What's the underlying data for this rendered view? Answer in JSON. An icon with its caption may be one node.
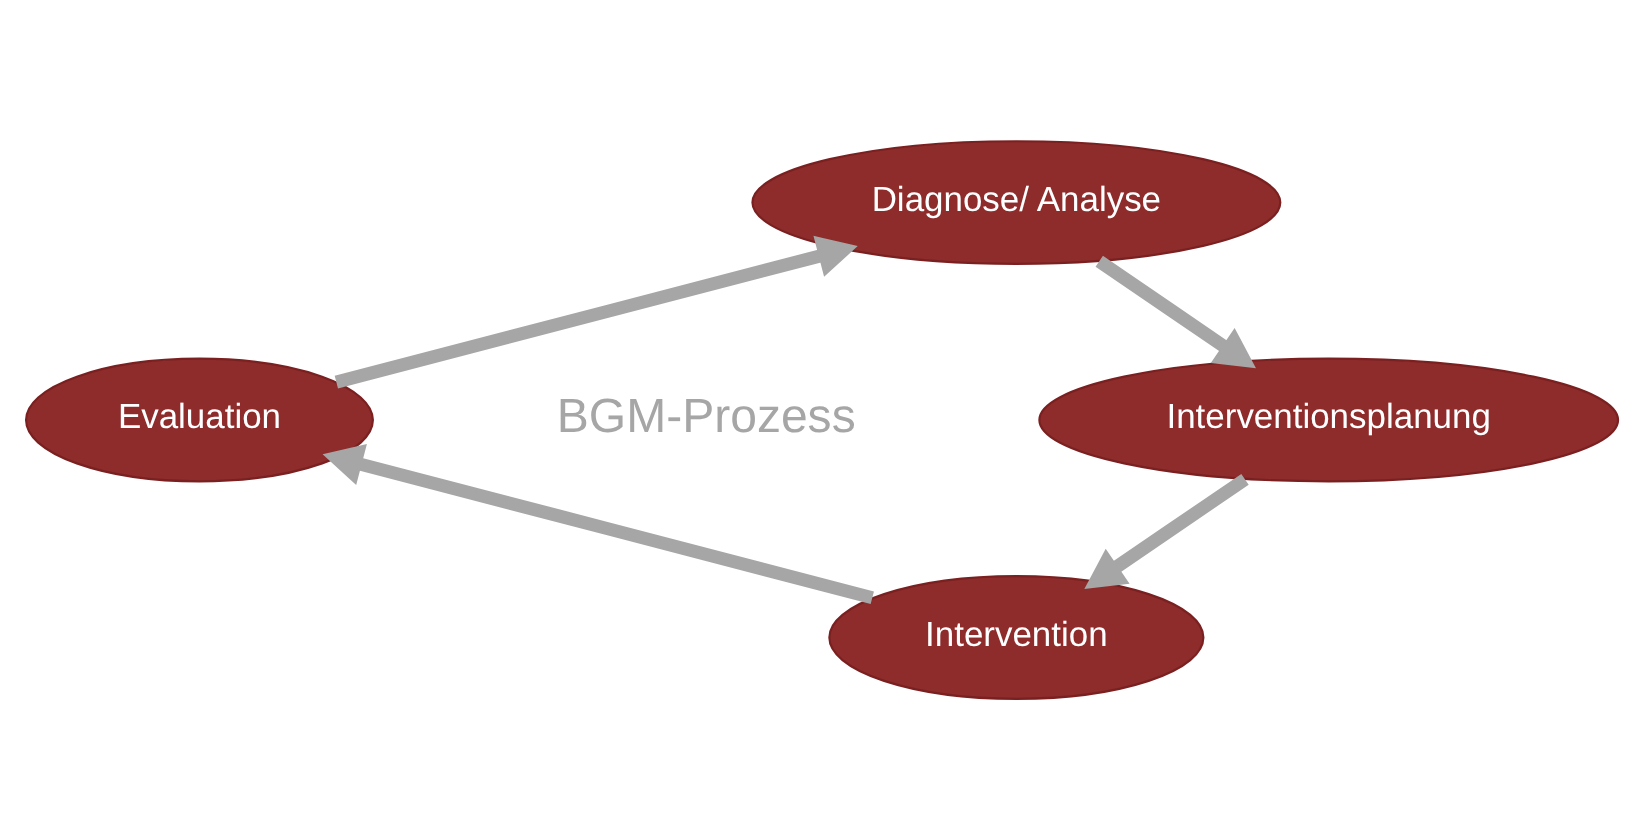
{
  "diagram": {
    "nodes": [
      {
        "text": [
          "Diagnose/ Analyse"
        ]
      },
      {
        "text": [
          "Interventionsplanung"
        ]
      },
      {
        "text": [
          "Intervention"
        ]
      },
      {
        "text": [
          "Evaluation"
        ]
      }
    ],
    "edges": [
      {
        "from": 0,
        "to": 1,
        "arrow": "to"
      },
      {
        "from": 1,
        "to": 2,
        "arrow": "to"
      },
      {
        "from": 2,
        "to": 3,
        "arrow": "to"
      },
      {
        "from": 3,
        "to": 0,
        "arrow": "to"
      }
    ],
    "labels": [
      "BGM-Prozess"
    ]
  }
}
